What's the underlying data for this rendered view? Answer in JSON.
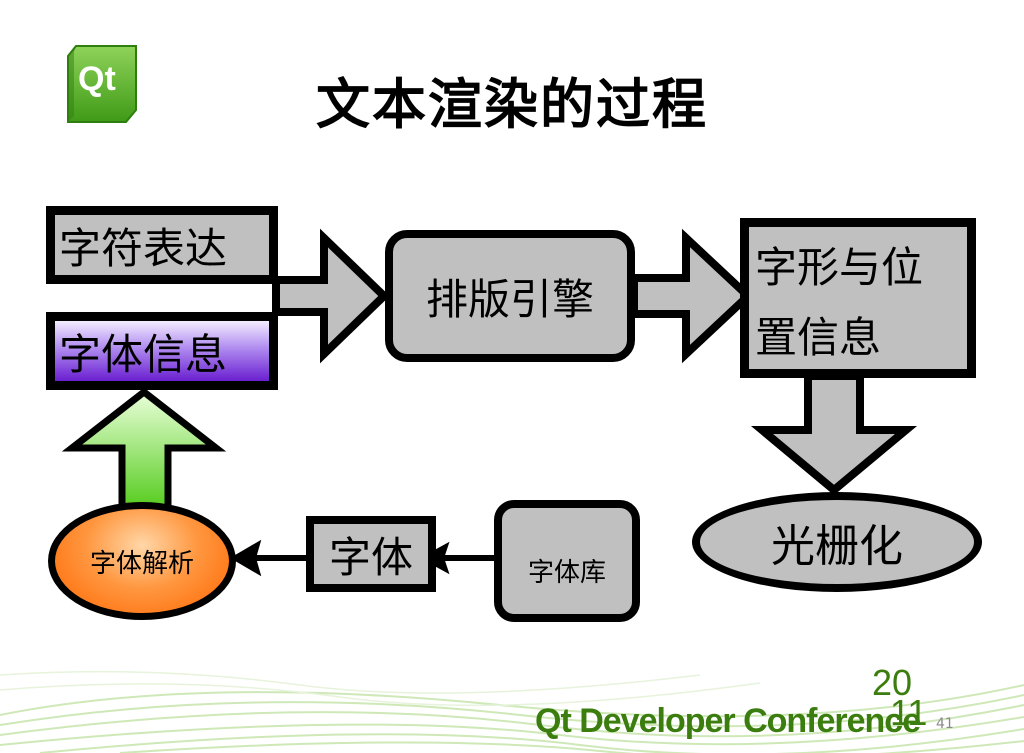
{
  "slide": {
    "title": "文本渲染的过程",
    "page_number": "41"
  },
  "diagram": {
    "nodes": {
      "char_repr": "字符表达",
      "font_info": "字体信息",
      "layout_engine": "排版引擎",
      "glyph_pos_line1": "字形与位",
      "glyph_pos_line2": "置信息",
      "rasterize": "光栅化",
      "font_parse": "字体解析",
      "font": "字体",
      "font_library": "字体库"
    },
    "edges": [
      {
        "from": "char_repr+font_info",
        "to": "layout_engine"
      },
      {
        "from": "layout_engine",
        "to": "glyph_pos"
      },
      {
        "from": "glyph_pos",
        "to": "rasterize"
      },
      {
        "from": "font_library",
        "to": "font"
      },
      {
        "from": "font",
        "to": "font_parse"
      },
      {
        "from": "font_parse",
        "to": "font_info"
      }
    ]
  },
  "footer": {
    "brand": "Qt Developer Conference",
    "year": "2011",
    "year_top": "20",
    "year_bottom": "11"
  },
  "logo": {
    "text": "Qt",
    "color": "#5cb82a"
  }
}
